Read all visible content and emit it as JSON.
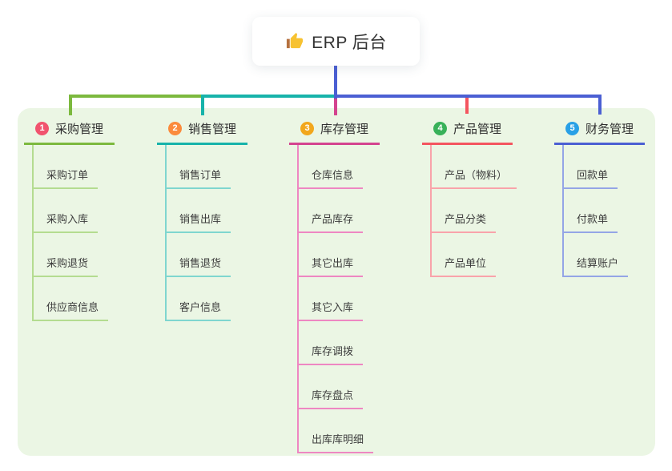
{
  "root": {
    "icon": "thumbs-up",
    "label": "ERP 后台"
  },
  "theme": {
    "canvas_bg": "#ffffff",
    "panel_bg": "#ebf6e4",
    "root_line": "#4b5fd3",
    "text": "#333333"
  },
  "branches": [
    {
      "badge": "1",
      "badge_color": "#f1536e",
      "line_color": "#7cb93e",
      "child_line_color": "#b4dc90",
      "title": "采购管理",
      "children": [
        "采购订单",
        "采购入库",
        "采购退货",
        "供应商信息"
      ]
    },
    {
      "badge": "2",
      "badge_color": "#fb8b3c",
      "line_color": "#17b3aa",
      "child_line_color": "#7fd6cf",
      "title": "销售管理",
      "children": [
        "销售订单",
        "销售出库",
        "销售退货",
        "客户信息"
      ]
    },
    {
      "badge": "3",
      "badge_color": "#f2a71c",
      "line_color": "#d4438f",
      "child_line_color": "#ee87c2",
      "title": "库存管理",
      "children": [
        "仓库信息",
        "产品库存",
        "其它出库",
        "其它入库",
        "库存调拨",
        "库存盘点",
        "出库库明细"
      ]
    },
    {
      "badge": "4",
      "badge_color": "#38b159",
      "line_color": "#f4555f",
      "child_line_color": "#f9a3aa",
      "title": "产品管理",
      "children": [
        "产品（物料）",
        "产品分类",
        "产品单位"
      ]
    },
    {
      "badge": "5",
      "badge_color": "#28a0e6",
      "line_color": "#4b5fd3",
      "child_line_color": "#94a5e6",
      "title": "财务管理",
      "children": [
        "回款单",
        "付款单",
        "结算账户"
      ]
    }
  ]
}
